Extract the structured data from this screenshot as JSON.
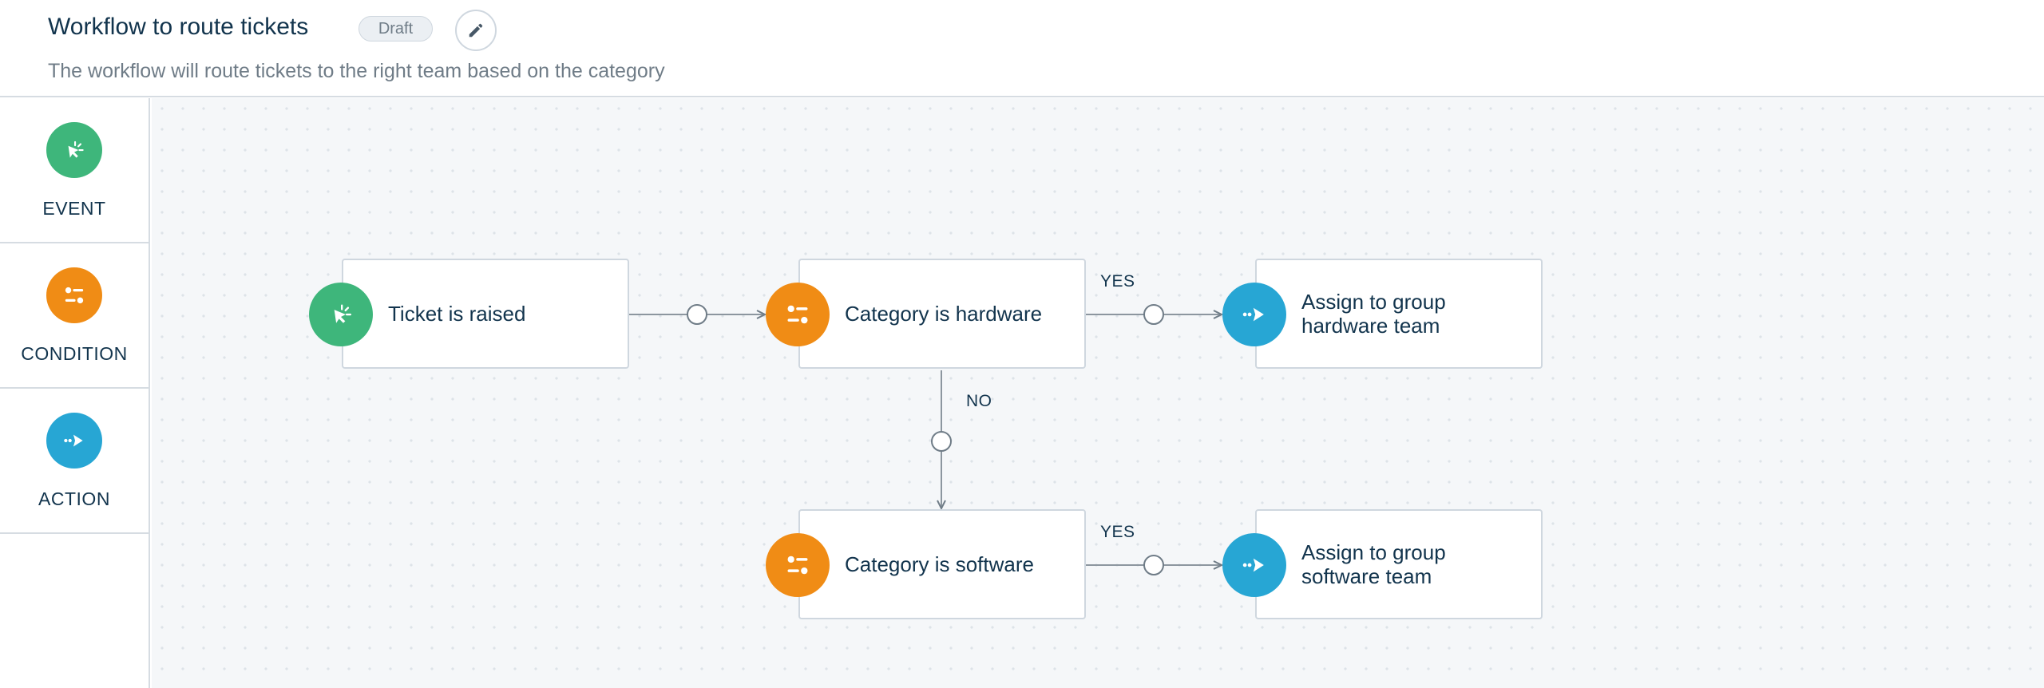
{
  "header": {
    "title": "Workflow to route tickets",
    "status": "Draft",
    "description": "The workflow will route tickets to the right team based on the category",
    "edit_icon": "pencil-icon"
  },
  "palette": {
    "items": [
      {
        "label": "EVENT",
        "icon": "cursor-click-icon",
        "color": "#3eb67b"
      },
      {
        "label": "CONDITION",
        "icon": "sliders-icon",
        "color": "#f08c15"
      },
      {
        "label": "ACTION",
        "icon": "arrow-right-icon",
        "color": "#27a6d4"
      }
    ]
  },
  "flow": {
    "nodes": {
      "event": {
        "label": "Ticket is raised",
        "type": "event"
      },
      "condition_hardware": {
        "label": "Category is hardware",
        "type": "condition"
      },
      "action_hardware": {
        "label": "Assign to group hardware team",
        "type": "action"
      },
      "condition_software": {
        "label": "Category is software",
        "type": "condition"
      },
      "action_software": {
        "label": "Assign to group software team",
        "type": "action"
      }
    },
    "edges": {
      "hardware_yes": "YES",
      "hardware_no": "NO",
      "software_yes": "YES"
    }
  },
  "colors": {
    "event": "#3eb67b",
    "condition": "#f08c15",
    "action": "#27a6d4",
    "canvas": "#f5f7f9"
  }
}
